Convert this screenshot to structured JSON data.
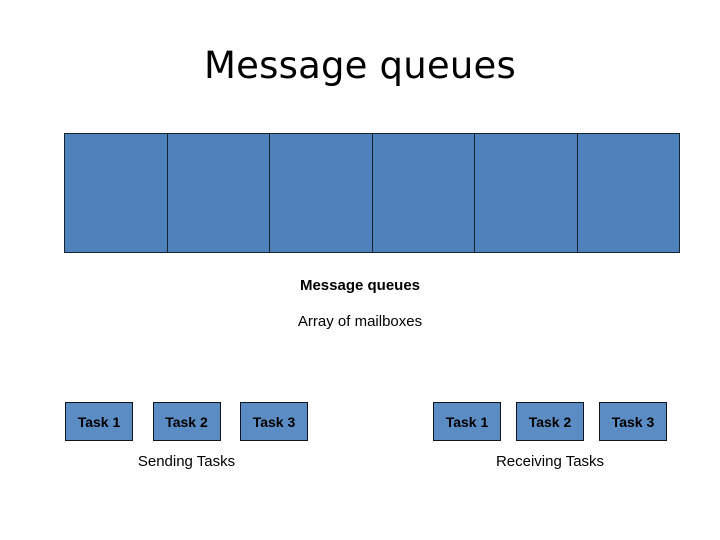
{
  "slide": {
    "title": "Message queues",
    "background_color": "#ffffff"
  },
  "queue_array": {
    "caption_primary": "Message queues",
    "caption_secondary": "Array of mailboxes",
    "cell_count": 6,
    "fill_color": "#4f81bd",
    "border_color": "#16232e",
    "cells": [
      {
        "label": ""
      },
      {
        "label": ""
      },
      {
        "label": ""
      },
      {
        "label": ""
      },
      {
        "label": ""
      },
      {
        "label": ""
      }
    ]
  },
  "sending_group": {
    "caption": "Sending Tasks",
    "box_fill_color": "#5b8cc4",
    "tasks": [
      {
        "label": "Task 1"
      },
      {
        "label": "Task 2"
      },
      {
        "label": "Task 3"
      }
    ]
  },
  "receiving_group": {
    "caption": "Receiving Tasks",
    "box_fill_color": "#5b8cc4",
    "tasks": [
      {
        "label": "Task 1"
      },
      {
        "label": "Task 2"
      },
      {
        "label": "Task 3"
      }
    ]
  }
}
